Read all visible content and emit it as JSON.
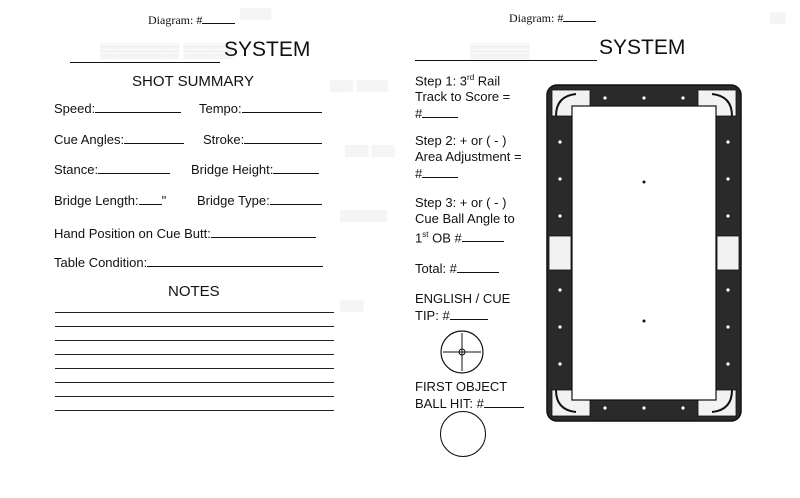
{
  "left": {
    "diagram_label": "Diagram: #",
    "title": "SYSTEM",
    "shot_summary": "SHOT SUMMARY",
    "fields": {
      "speed": "Speed:",
      "tempo": "Tempo:",
      "cue_angles": "Cue Angles:",
      "stroke": "Stroke:",
      "stance": "Stance:",
      "bridge_height": "Bridge Height:",
      "bridge_length": "Bridge Length:",
      "bridge_length_unit": "\"",
      "bridge_type": "Bridge Type:",
      "hand_position": "Hand Position on Cue Butt:",
      "table_condition": "Table Condition:"
    },
    "notes": "NOTES"
  },
  "right": {
    "diagram_label": "Diagram: #",
    "title": "SYSTEM",
    "step1_a": "Step 1: 3",
    "step1_sup": "rd",
    "step1_b": " Rail",
    "step1_c": "Track to Score =",
    "step1_d": "#",
    "step2_a": "Step 2: + or ( - )",
    "step2_b": "Area Adjustment =",
    "step2_c": "#",
    "step3_a": "Step 3: + or ( - )",
    "step3_b": "Cue Ball Angle to",
    "step3_c": "1",
    "step3_sup": "st",
    "step3_d": " OB #",
    "total": "Total: #",
    "english_a": "ENGLISH / CUE",
    "english_b": "TIP: #",
    "first_ob_a": "FIRST OBJECT",
    "first_ob_b": "BALL HIT: #"
  },
  "colors": {
    "ink": "#111111",
    "rail": "#2a2a2a",
    "felt": "#ffffff",
    "ghost": "#d8d8d8"
  }
}
